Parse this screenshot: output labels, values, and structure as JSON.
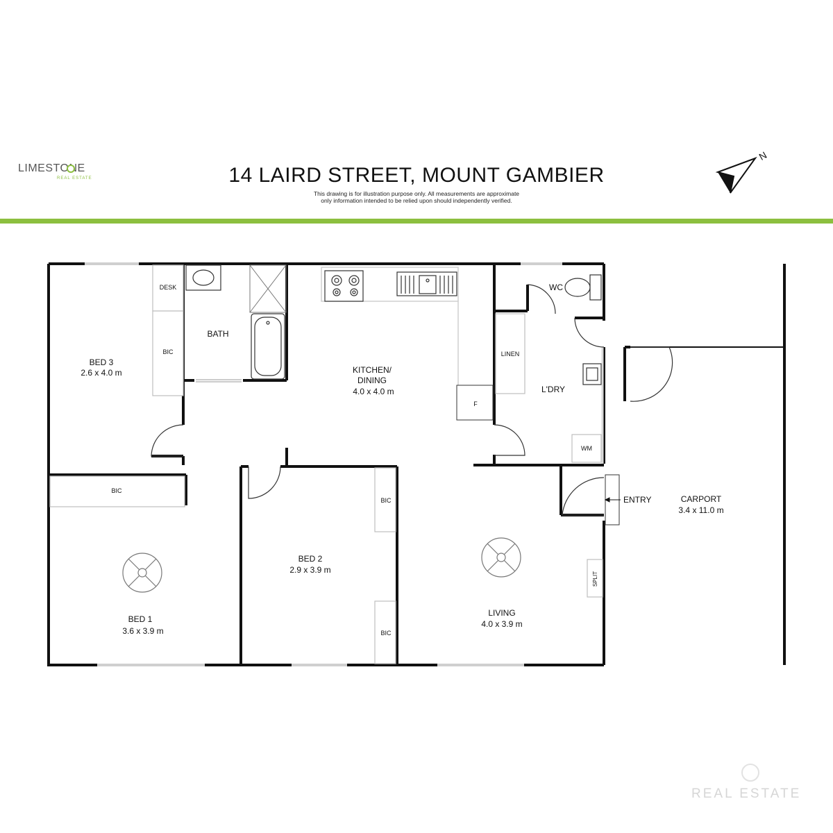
{
  "header": {
    "logo_text": "LIMESTONE",
    "logo_subtext": "REAL ESTATE",
    "title": "14 LAIRD STREET, MOUNT GAMBIER",
    "disclaimer_line1": "This drawing is for illustration purpose only. All measurements are approximate",
    "disclaimer_line2": "only information intended to be relied upon should independently verified.",
    "accent_color": "#8cbf3f"
  },
  "compass": {
    "icon": "north-arrow-icon",
    "letter": "N"
  },
  "rooms": {
    "bed3": {
      "name": "BED 3",
      "size": "2.6 x 4.0 m"
    },
    "bath": {
      "name": "BATH"
    },
    "kitchen": {
      "name_line1": "KITCHEN/",
      "name_line2": "DINING",
      "size": "4.0 x 4.0 m"
    },
    "wc": {
      "name": "WC"
    },
    "laundry": {
      "name": "L'DRY"
    },
    "bed1": {
      "name": "BED 1",
      "size": "3.6 x 3.9 m"
    },
    "bed2": {
      "name": "BED 2",
      "size": "2.9 x 3.9 m"
    },
    "living": {
      "name": "LIVING",
      "size": "4.0 x 3.9 m"
    },
    "carport": {
      "name": "CARPORT",
      "size": "3.4 x 11.0 m"
    },
    "entry": {
      "name": "ENTRY"
    }
  },
  "fixtures": {
    "desk": "DESK",
    "bic": "BIC",
    "linen": "LINEN",
    "fridge": "F",
    "washing_machine": "WM",
    "split": "SPLIT"
  },
  "watermark": {
    "text": "REAL ESTATE"
  }
}
